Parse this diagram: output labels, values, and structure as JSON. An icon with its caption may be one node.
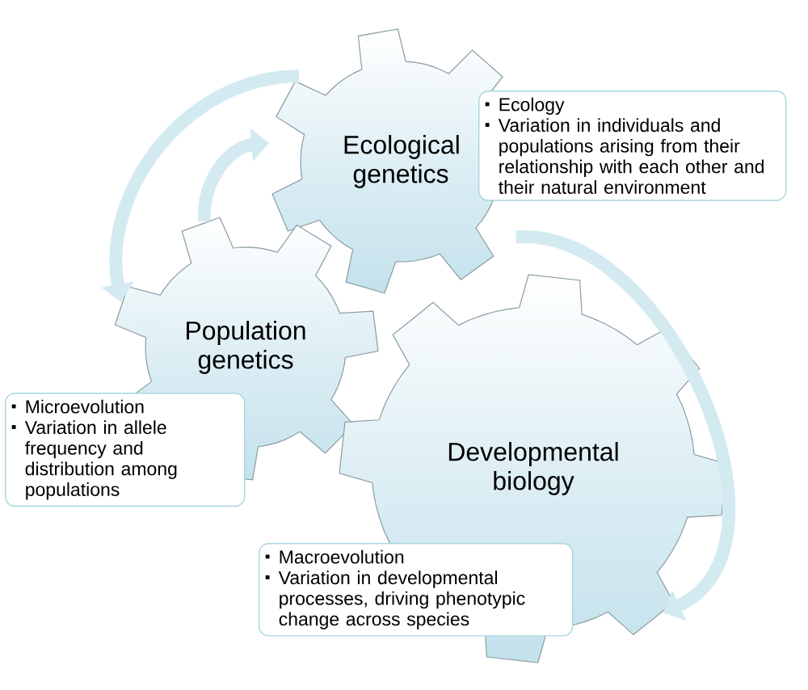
{
  "diagram": {
    "nodes": [
      {
        "text": [
          "Ecological genetics"
        ]
      },
      {
        "text": [
          "Ecology",
          "Variation in individuals and populations arising from their relationship with each other and their natural environment"
        ]
      },
      {
        "text": [
          "Population genetics"
        ]
      },
      {
        "text": [
          "Microevolution",
          "Variation in allele frequency and distribution among populations"
        ]
      },
      {
        "text": [
          "Developmental biology"
        ]
      },
      {
        "text": [
          "Macroevolution",
          "Variation in developmental processes, driving phenotypic change across species"
        ]
      }
    ],
    "edges": [
      {
        "from": 2,
        "to": 0,
        "arrow": "to"
      },
      {
        "from": 0,
        "to": 2,
        "arrow": "to"
      },
      {
        "from": 0,
        "to": 4,
        "arrow": "to"
      }
    ]
  }
}
